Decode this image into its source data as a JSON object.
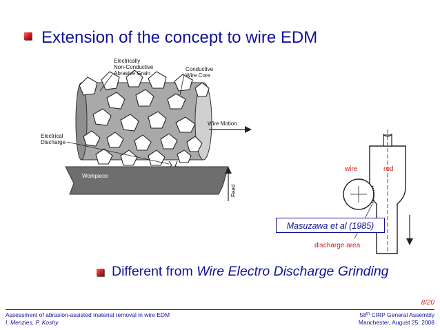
{
  "slide": {
    "title": "Extension of the concept to wire EDM",
    "subtitle_prefix": "Different from ",
    "subtitle_emphasis": "Wire Electro Discharge Grinding",
    "page_number": "8/20"
  },
  "figure_left": {
    "labels": {
      "electrically": "Electrically",
      "non_conductive": "Non-Conductive",
      "abrasive_grain": "Abrasive Grain",
      "conductive": "Conductive",
      "wire_core": "Wire Core",
      "wire_motion": "Wire Motion",
      "electrical": "Electrical",
      "discharge": "Discharge",
      "workpiece": "Workpiece",
      "feed": "Feed"
    }
  },
  "figure_right": {
    "wire_label": "wire",
    "rod_label": "rod",
    "discharge_label": "discharge area",
    "citation": "Masuzawa et al (1985)"
  },
  "footer": {
    "left_line1": "Assessment of abrasion-assisted material removal in wire EDM",
    "left_line2": "I. Menzies, P. Koshy",
    "right_number": "58",
    "right_suffix": "th",
    "right_line1_rest": " CIRP General Assembly",
    "right_line2": "Manchester, August 25, 2008"
  },
  "colors": {
    "title_blue": "#10109a",
    "accent_red": "#c81e1e",
    "bullet_red": "#d11a1a",
    "figure_gray": "#9e9e9e",
    "figure_dark": "#6a6a6a"
  }
}
